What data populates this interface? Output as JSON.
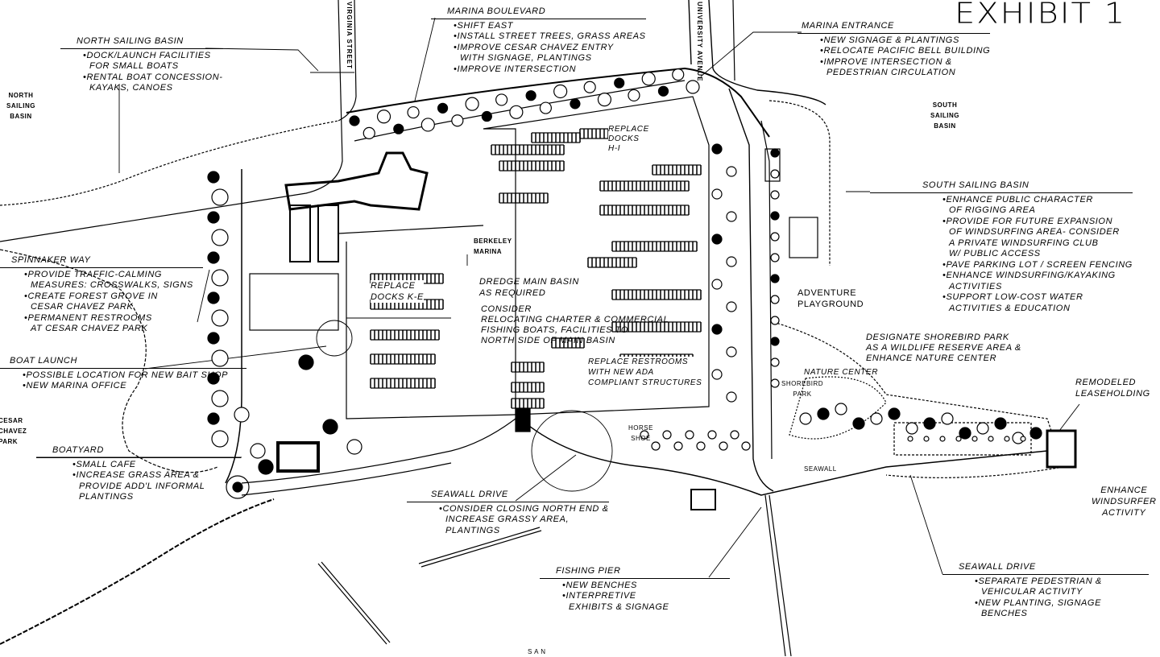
{
  "exhibit_title": "EXHIBIT 1",
  "streets": {
    "virginia": "VIRGINIA STREET",
    "university": "UNIVERSITY AVENUE"
  },
  "area_labels": {
    "north_sailing_basin": "NORTH\nSAILING\nBASIN",
    "south_sailing_basin": "SOUTH\nSAILING\nBASIN",
    "berkeley_marina": "BERKELEY\nMARINA",
    "cesar_chavez_park": "CESAR\nCHAVEZ\nPARK",
    "shorebird_park": "SHOREBIRD\nPARK",
    "horseshoe": "HORSE\nSHOE",
    "seawall": "SEAWALL",
    "bottom_text": "S A N"
  },
  "notes": {
    "north_sailing_basin": {
      "title": "North Sailing Basin",
      "items": [
        "Dock/Launch facilities\nfor small boats",
        "Rental boat concession-\nkayaks, canoes"
      ]
    },
    "marina_boulevard": {
      "title": "Marina Boulevard",
      "items": [
        "Shift east",
        "Install street trees, grass areas",
        "Improve Cesar Chavez entry\nwith signage, plantings",
        "Improve intersection"
      ]
    },
    "marina_entrance": {
      "title": "Marina Entrance",
      "items": [
        "New signage & plantings",
        "Relocate Pacific Bell building",
        "Improve intersection &\npedestrian circulation"
      ]
    },
    "south_sailing_basin": {
      "title": "South Sailing Basin",
      "items": [
        "Enhance public character\nof rigging area",
        "Provide for future expansion\nof windsurfing area- consider\na private windsurfing club\nw/ public access",
        "Pave parking lot / screen fencing",
        "Enhance windsurfing/kayaking\nactivities",
        "Support low-cost water\nactivities & education"
      ]
    },
    "spinnaker_way": {
      "title": "Spinnaker Way",
      "items": [
        "Provide traffic-calming\nmeasures: crosswalks, signs",
        "Create forest grove in\nCesar Chavez Park",
        "Permanent restrooms\nat Cesar Chavez Park"
      ]
    },
    "boat_launch": {
      "title": "Boat Launch",
      "items": [
        "Possible location for new bait shop",
        "New marina office"
      ]
    },
    "boatyard": {
      "title": "Boatyard",
      "items": [
        "Small cafe",
        "Increase grass area &\nprovide add'l informal\nplantings"
      ]
    },
    "seawall_drive_north": {
      "title": "Seawall Drive",
      "items": [
        "Consider closing north end &\nincrease grassy area,\nplantings"
      ]
    },
    "fishing_pier": {
      "title": "Fishing Pier",
      "items": [
        "New benches",
        "Interpretive\nexhibits & signage"
      ]
    },
    "seawall_drive_south": {
      "title": "Seawall Drive",
      "items": [
        "Separate pedestrian &\nvehicular activity",
        "New planting, signage\nbenches"
      ]
    }
  },
  "annotations": {
    "replace_docks_hi": "Replace\nDocks\nH-I",
    "replace_docks_ke": "Replace\nDocks K-E",
    "dredge": "Dredge main basin\nas required",
    "relocate_charter": "Consider\nrelocating charter & commercial\nfishing boats, facilities to\nnorth side of main basin",
    "replace_restrooms": "Replace restrooms\nwith new ADA\ncompliant structures",
    "adventure_playground": "Adventure\nplayground",
    "shorebird_reserve": "Designate shorebird park\nas a wildlife reserve area &\nenhance nature center",
    "nature_center": "Nature center",
    "remodeled_leaseholding": "Remodeled\nleaseholding",
    "windsurfer": "Enhance\nwindsurfer\nactivity"
  }
}
